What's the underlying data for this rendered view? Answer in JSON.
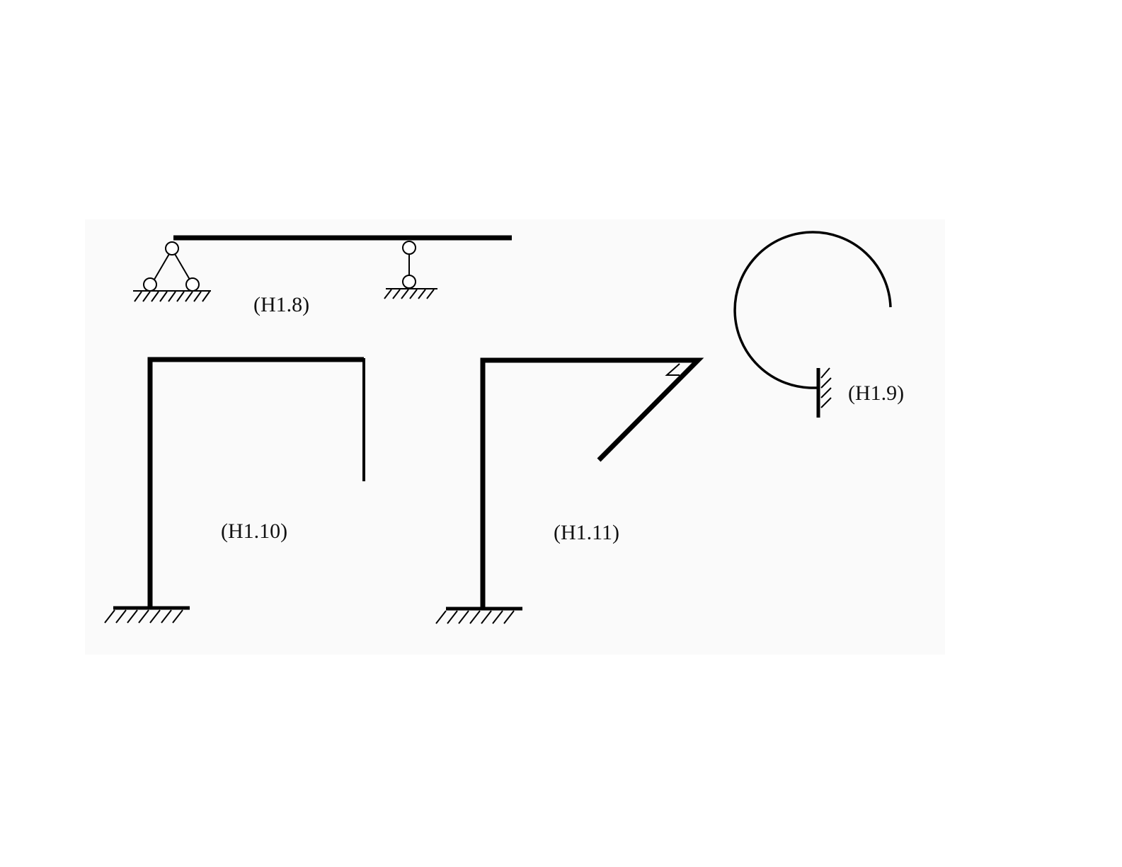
{
  "figures": [
    {
      "id": "H1.8",
      "label": "(H1.8)"
    },
    {
      "id": "H1.9",
      "label": "(H1.9)"
    },
    {
      "id": "H1.10",
      "label": "(H1.10)"
    },
    {
      "id": "H1.11",
      "label": "(H1.11)"
    }
  ]
}
